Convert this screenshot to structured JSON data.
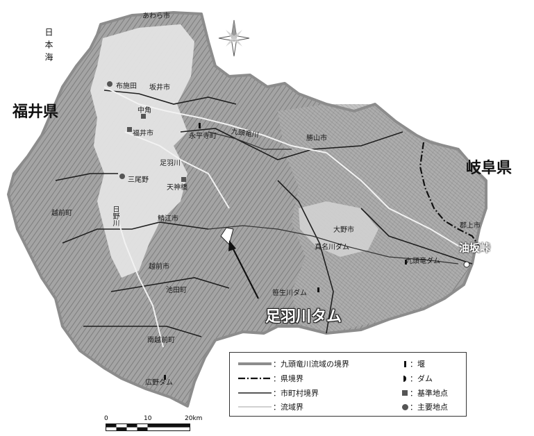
{
  "labels": {
    "sea": "日本海",
    "fukui_pref": "福井県",
    "gifu_pref": "岐阜県",
    "dam_callout": "足羽川タム",
    "pass": "油坂峠"
  },
  "places": [
    {
      "id": "awara",
      "text": "あわら市"
    },
    {
      "id": "sakai",
      "text": "坂井市"
    },
    {
      "id": "fuseda",
      "text": "布施田"
    },
    {
      "id": "nakatsuno",
      "text": "中角"
    },
    {
      "id": "fukui",
      "text": "福井市"
    },
    {
      "id": "eiheiji",
      "text": "永平寺町"
    },
    {
      "id": "katsuyama",
      "text": "勝山市"
    },
    {
      "id": "asuwagawa",
      "text": "足羽川"
    },
    {
      "id": "mikuno",
      "text": "三尾野"
    },
    {
      "id": "tenjinbashi",
      "text": "天神橋"
    },
    {
      "id": "echizen_town",
      "text": "越前町"
    },
    {
      "id": "hinogawa",
      "text": "日野川"
    },
    {
      "id": "sabae",
      "text": "鯖江市"
    },
    {
      "id": "ono",
      "text": "大野市"
    },
    {
      "id": "sakudani",
      "text": "笹生川ダム"
    },
    {
      "id": "kuzuryu_dam",
      "text": "九頭竜ダム"
    },
    {
      "id": "tagami",
      "text": "真名川ダム"
    },
    {
      "id": "gujo",
      "text": "郡上市"
    },
    {
      "id": "echizen_city",
      "text": "越前市"
    },
    {
      "id": "ikeda",
      "text": "池田町"
    },
    {
      "id": "minamiechizen",
      "text": "南越前町"
    },
    {
      "id": "hirono_dam",
      "text": "広野ダム"
    },
    {
      "id": "kuzuryugawa",
      "text": "九頭竜川"
    }
  ],
  "legend": {
    "lines": [
      {
        "label": "：九頭竜川流域の境界"
      },
      {
        "label": "：県境界"
      },
      {
        "label": "：市町村境界"
      },
      {
        "label": "：流域界"
      }
    ],
    "points": [
      {
        "label": "：堰"
      },
      {
        "label": "：ダム"
      },
      {
        "label": "：基準地点"
      },
      {
        "label": "：主要地点"
      }
    ]
  },
  "scale": {
    "ticks": [
      "0",
      "10",
      "20km"
    ]
  },
  "colors": {
    "terrain": "#9a9a9a",
    "lowland": "#e6e6e6",
    "boundary": "#888888",
    "road": "#222222"
  }
}
